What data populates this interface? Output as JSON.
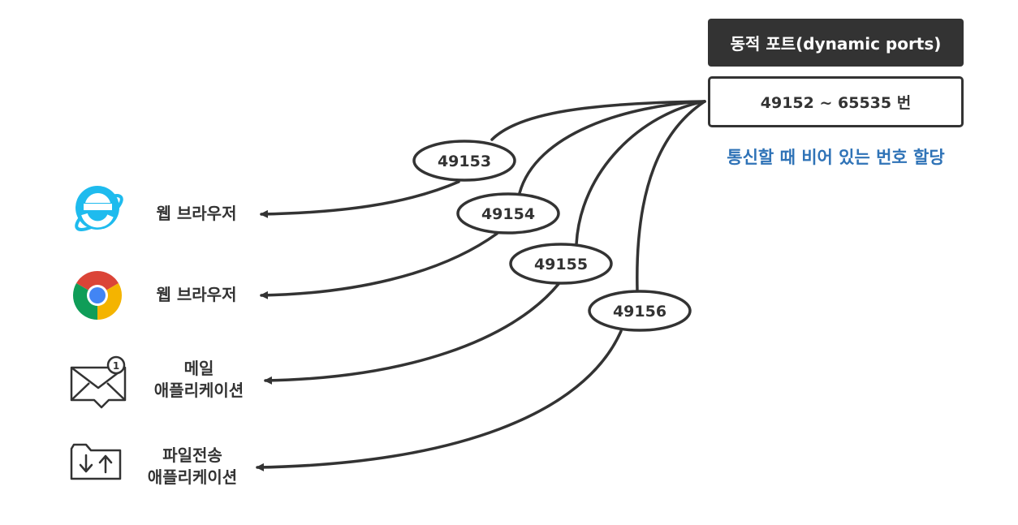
{
  "header": {
    "title": "동적 포트(dynamic ports)",
    "range": "49152 ~ 65535 번",
    "caption": "통신할 때 비어 있는 번호 할당"
  },
  "apps": [
    {
      "icon": "internet-explorer-icon",
      "lines": [
        "웹 브라우저"
      ]
    },
    {
      "icon": "chrome-icon",
      "lines": [
        "웹 브라우저"
      ]
    },
    {
      "icon": "mail-icon",
      "badge": "1",
      "lines": [
        "메일",
        "애플리케이션"
      ]
    },
    {
      "icon": "file-transfer-icon",
      "lines": [
        "파일전송",
        "애플리케이션"
      ]
    }
  ],
  "ports": [
    "49153",
    "49154",
    "49155",
    "49156"
  ],
  "colors": {
    "dark": "#333333",
    "accent_blue": "#2f73b7",
    "ie_blue": "#1ebbee",
    "chrome_red": "#db4437",
    "chrome_green": "#0f9d58",
    "chrome_yellow": "#f4b400",
    "chrome_blue": "#4285f4"
  }
}
